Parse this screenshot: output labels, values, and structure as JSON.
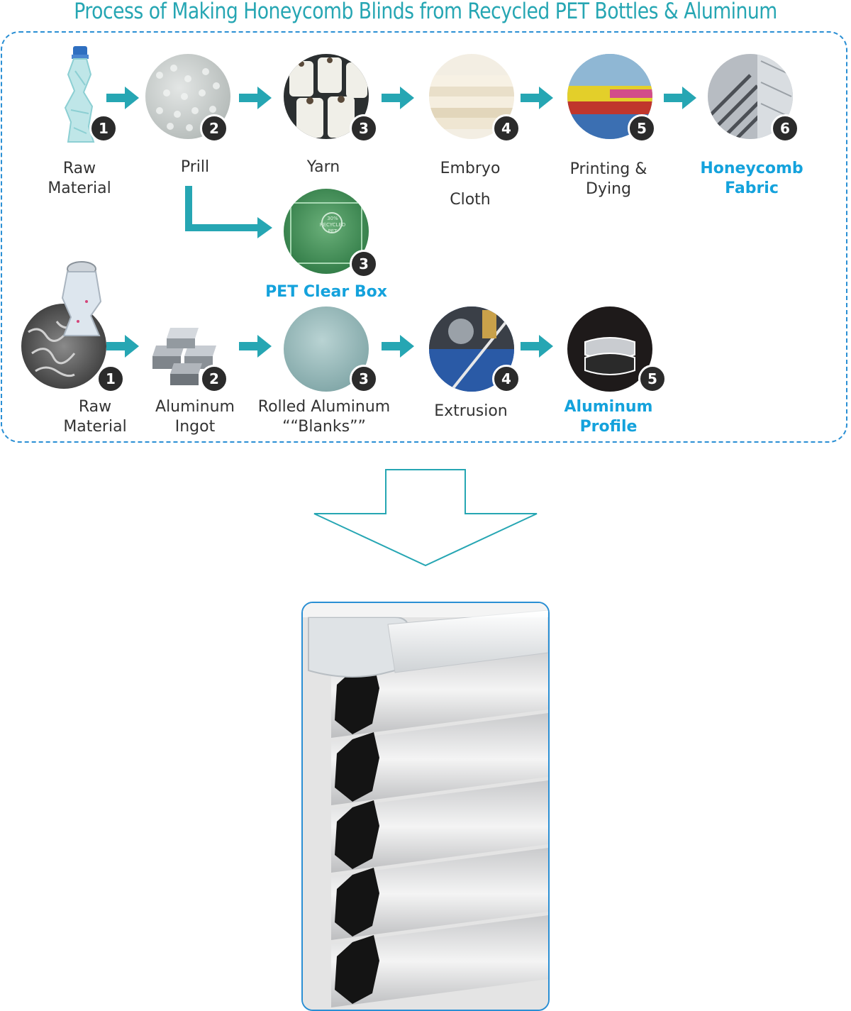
{
  "title": "Process of Making Honeycomb Blinds from Recycled PET Bottles & Aluminum",
  "colors": {
    "accent": "#26a6b3",
    "highlight": "#14a2dc",
    "frame": "#2a8fd4"
  },
  "pet_process": {
    "steps": [
      {
        "number": "1",
        "label": "Raw\nMaterial",
        "image": "pet-bottle"
      },
      {
        "number": "2",
        "label": "Prill",
        "image": "plastic-pellets"
      },
      {
        "number": "3",
        "label": "Yarn",
        "image": "yarn-spools"
      },
      {
        "number": "4",
        "label": "Embryo\nCloth",
        "image": "folded-cloth"
      },
      {
        "number": "5",
        "label": "Printing &\nDying",
        "image": "printing-machine"
      },
      {
        "number": "6",
        "label": "Honeycomb\nFabric",
        "image": "honeycomb-fabric"
      }
    ],
    "branch": {
      "number": "3",
      "label": "PET Clear Box",
      "image": "pet-clear-box",
      "box_text": "30%\nRECYCLED\nPET"
    }
  },
  "aluminum_process": {
    "steps": [
      {
        "number": "1",
        "label": "Raw\nMaterial",
        "image": "aluminum-scrap-and-can"
      },
      {
        "number": "2",
        "label": "Aluminum\nIngot",
        "image": "aluminum-ingots"
      },
      {
        "number": "3",
        "label": "Rolled Aluminum\n““Blanks””",
        "image": "rolled-aluminum"
      },
      {
        "number": "4",
        "label": "Extrusion",
        "image": "extrusion-machine"
      },
      {
        "number": "5",
        "label": "Aluminum\nProfile",
        "image": "aluminum-profile"
      }
    ]
  },
  "result": {
    "image": "honeycomb-blind-closeup"
  }
}
